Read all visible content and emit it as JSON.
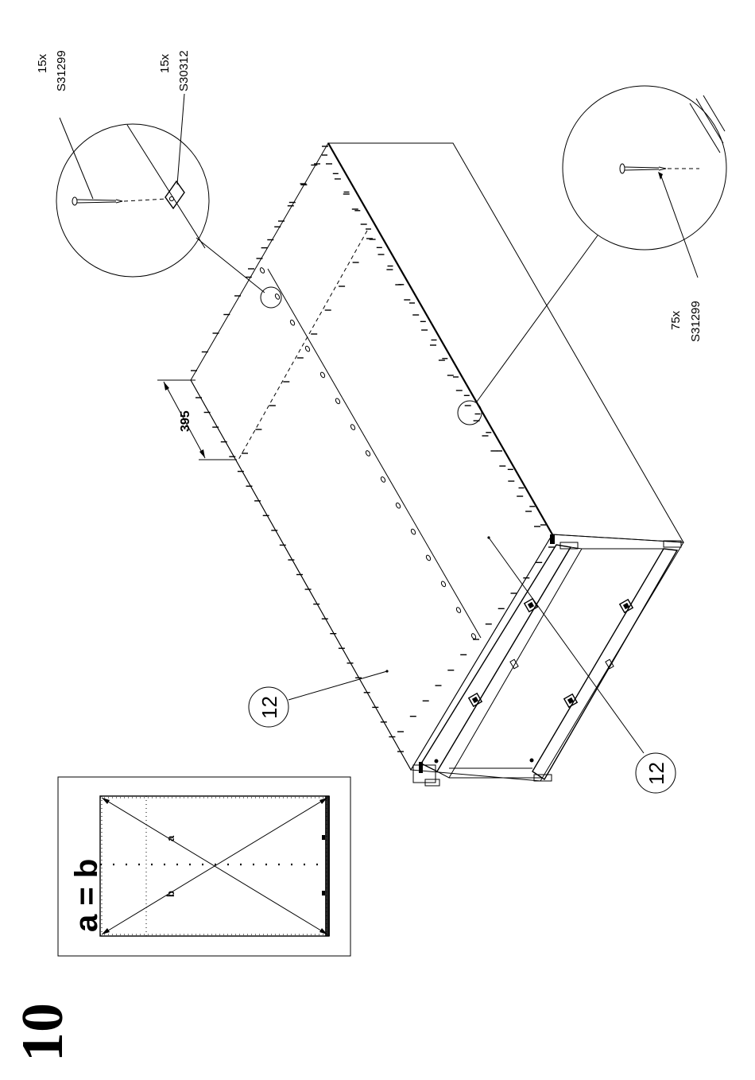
{
  "step": {
    "number": "10"
  },
  "square_check": {
    "formula": "a = b",
    "diag_a": "a",
    "diag_b": "b"
  },
  "detail_left": {
    "nail_qty": "15x",
    "nail_code": "S31299",
    "plate_qty": "15x",
    "plate_code": "S30312"
  },
  "detail_right": {
    "nail_qty": "75x",
    "nail_code": "S31299"
  },
  "dimension": {
    "value": "395"
  },
  "parts": {
    "callout_1": "12",
    "callout_2": "12"
  }
}
